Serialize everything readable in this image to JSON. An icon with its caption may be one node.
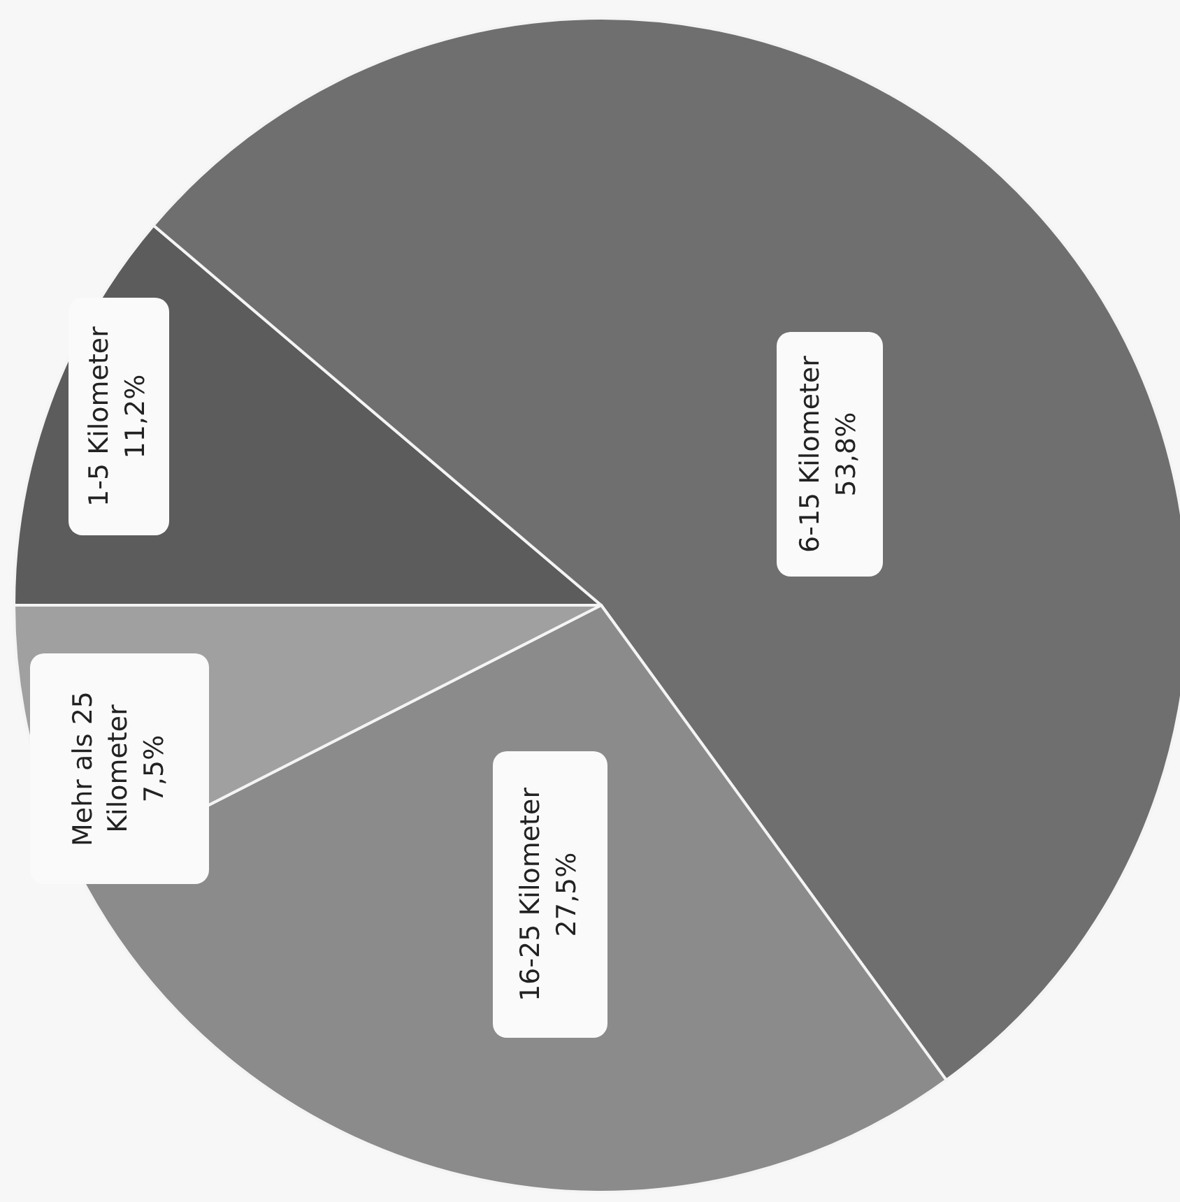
{
  "diagram": {
    "chart_data": {
      "type": "pie",
      "categories": [
        "1-5 Kilometer",
        "6-15 Kilometer",
        "16-25 Kilometer",
        "Mehr als 25 Kilometer"
      ],
      "values": [
        11.2,
        53.8,
        27.5,
        7.5
      ],
      "value_labels": [
        "11,2%",
        "53,8%",
        "27,5%",
        "7,5%"
      ]
    }
  }
}
